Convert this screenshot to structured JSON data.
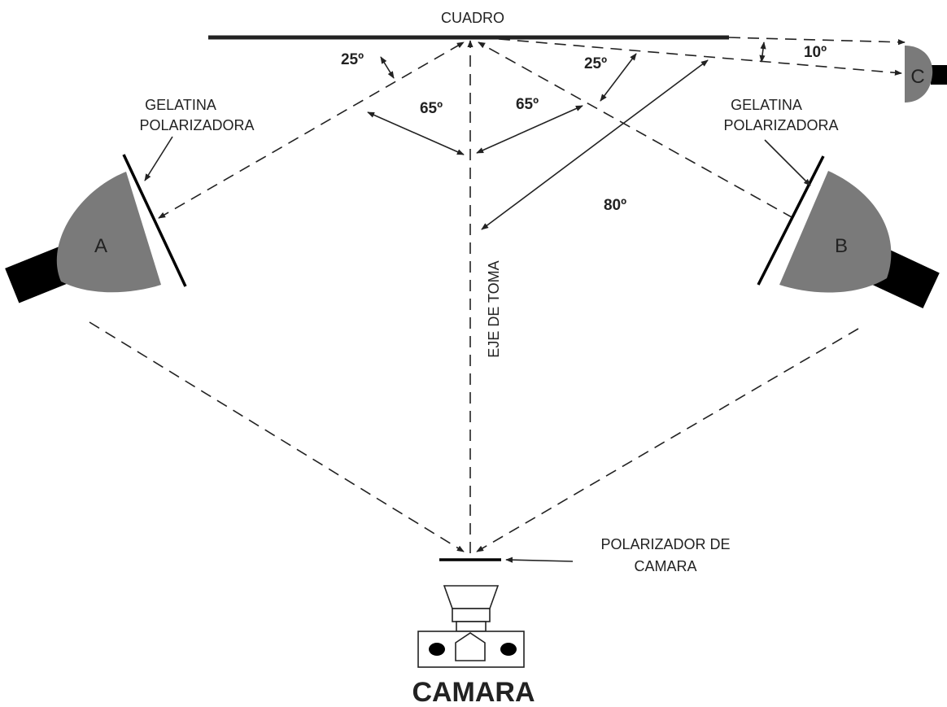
{
  "labels": {
    "frame": "CUADRO",
    "gel_left_line1": "GELATINA",
    "gel_left_line2": "POLARIZADORA",
    "gel_right_line1": "GELATINA",
    "gel_right_line2": "POLARIZADORA",
    "axis": "EJE DE TOMA",
    "camera_polarizer_line1": "POLARIZADOR DE",
    "camera_polarizer_line2": "CAMARA",
    "camera": "CAMARA"
  },
  "lamps": {
    "a": "A",
    "b": "B",
    "c": "C"
  },
  "angles": {
    "left_frame": "25º",
    "left_axis": "65º",
    "right_axis": "65º",
    "right_frame": "25º",
    "wide": "80º",
    "lamp_c": "10º"
  },
  "colors": {
    "lamp_body": "#7a7a7a",
    "lamp_back": "#000000",
    "line": "#222222"
  }
}
